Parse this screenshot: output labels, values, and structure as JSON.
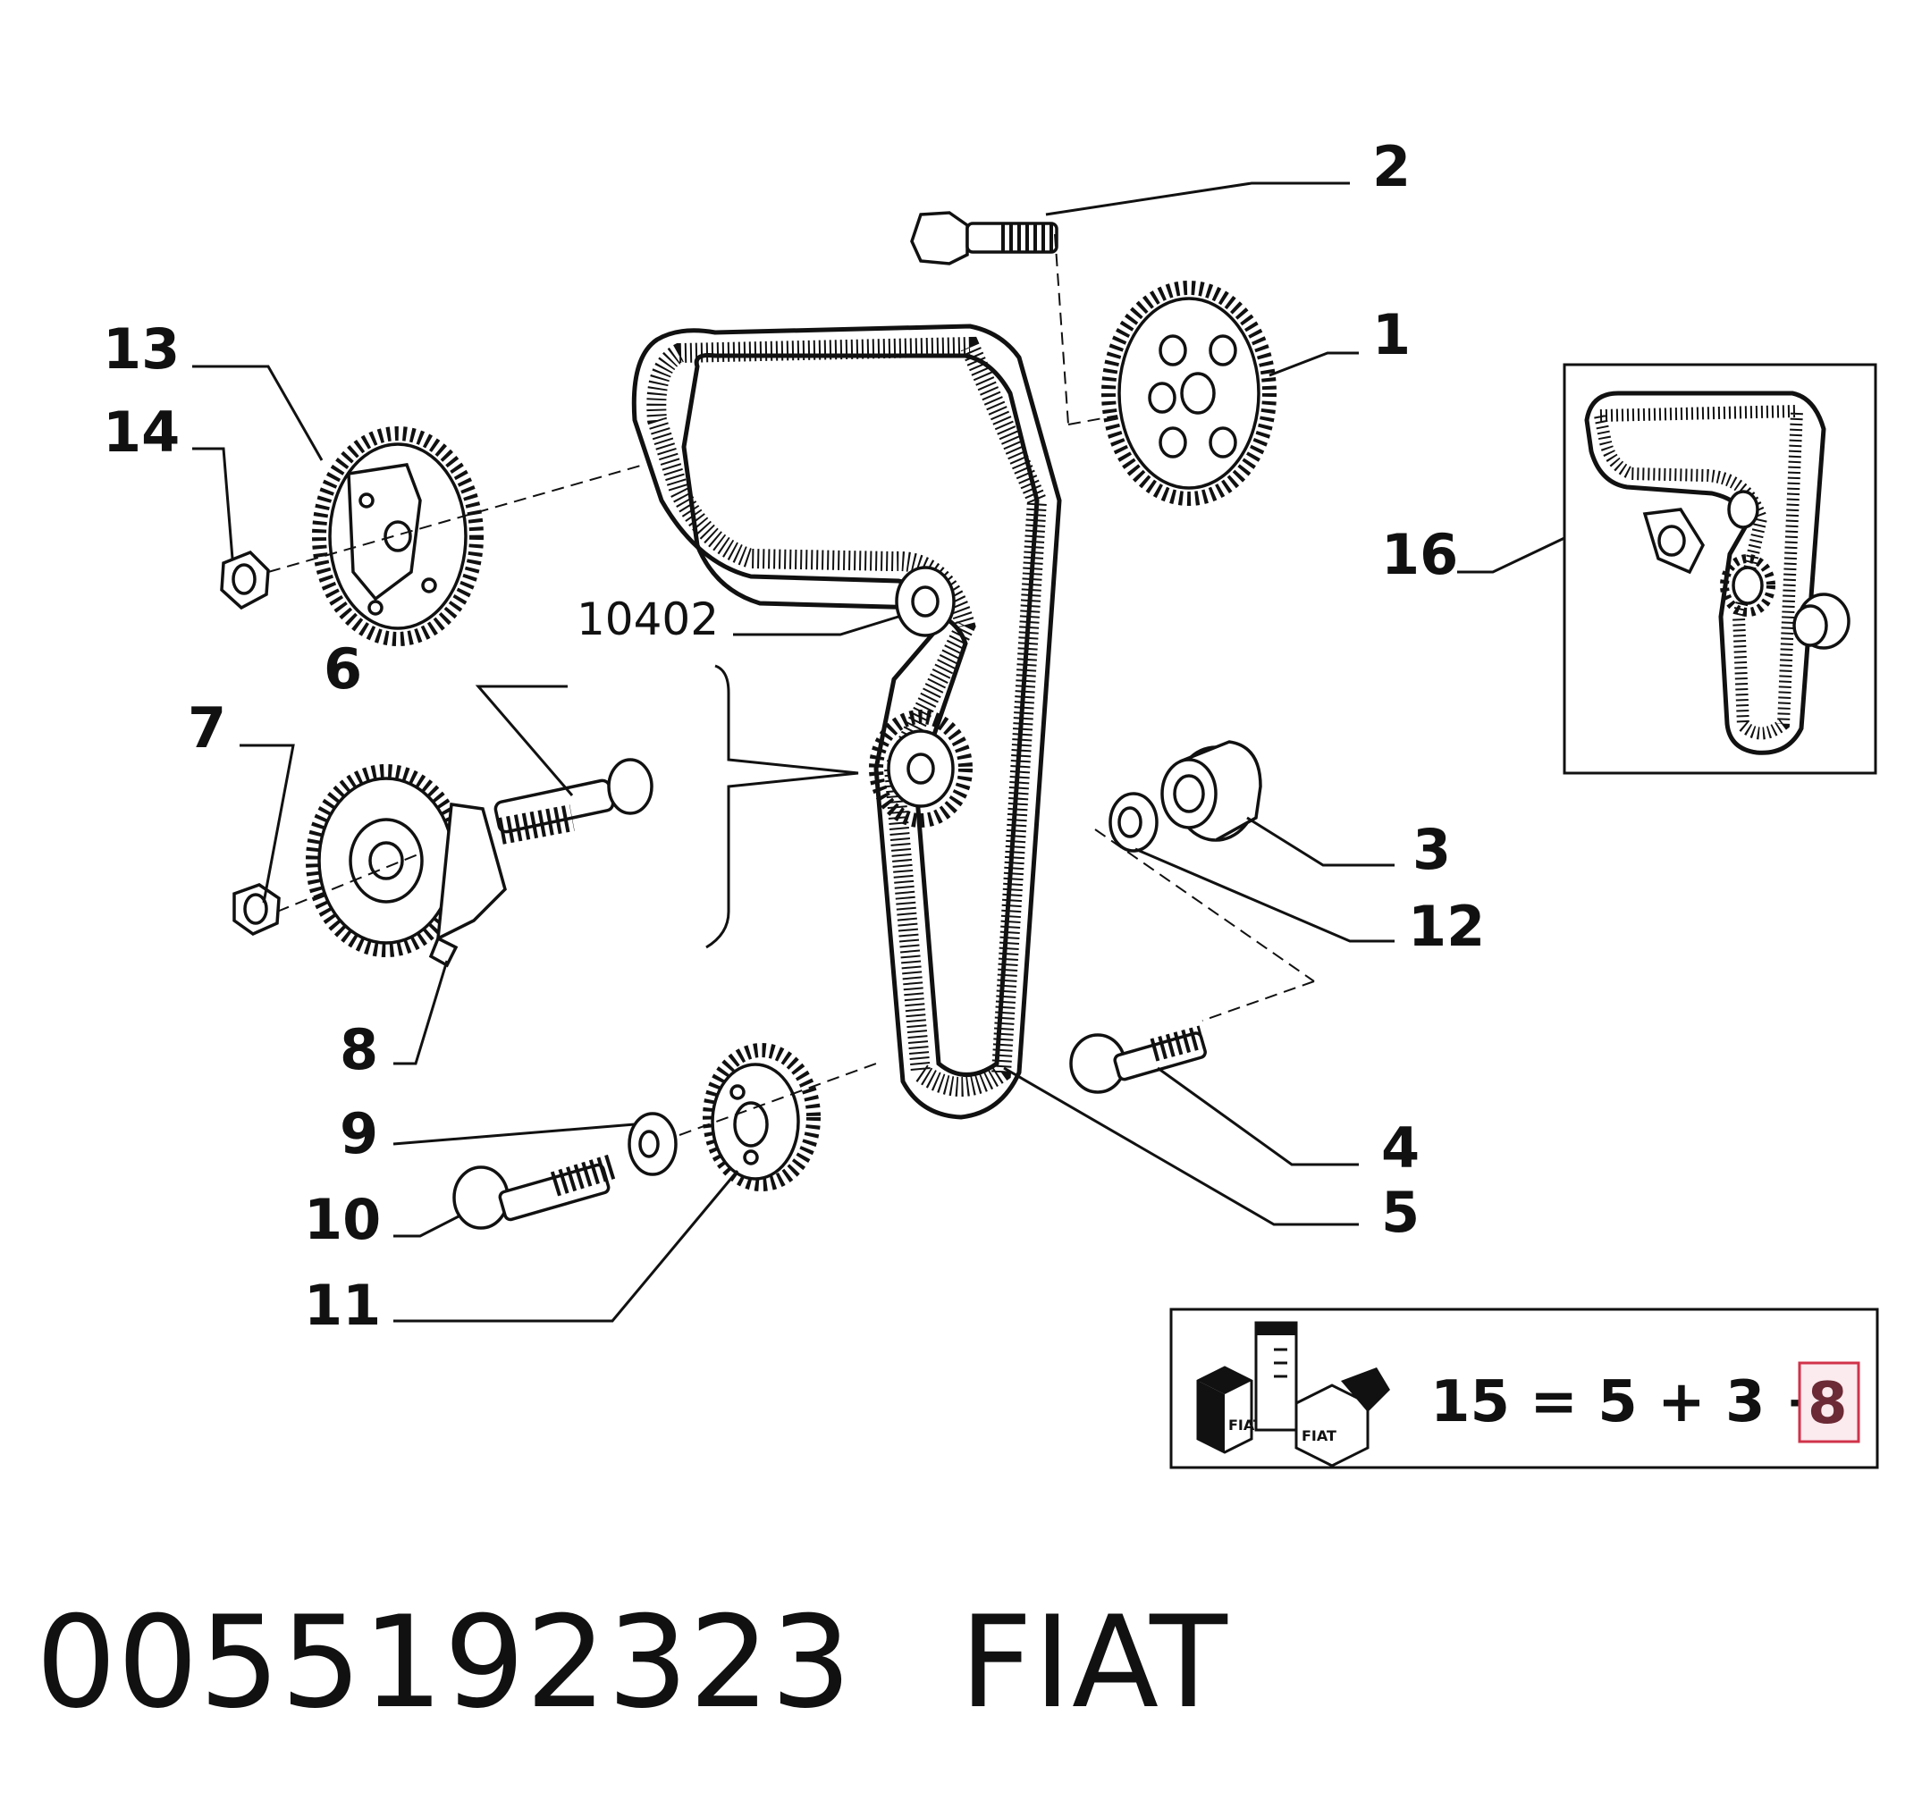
{
  "callouts": {
    "c1": "1",
    "c2": "2",
    "c3": "3",
    "c4": "4",
    "c5": "5",
    "c6": "6",
    "c7": "7",
    "c8": "8",
    "c9": "9",
    "c10": "10",
    "c11": "11",
    "c12": "12",
    "c13": "13",
    "c14": "14",
    "c16": "16",
    "kit_code": "10402"
  },
  "kit_formula": {
    "prefix": "15 = 5 + 3 +",
    "highlighted": "8",
    "highlight_color": "#d0334a"
  },
  "logo_text": {
    "box1": "FIAT",
    "box2": "FIAT"
  },
  "footer": {
    "part_number": "0055192323",
    "brand": "FIAT"
  },
  "icons": [
    "bolt-icon",
    "sprocket-icon",
    "tensioner-icon",
    "timing-belt-icon",
    "roller-icon",
    "washer-icon",
    "nut-icon",
    "fiat-parts-kit-icon"
  ]
}
